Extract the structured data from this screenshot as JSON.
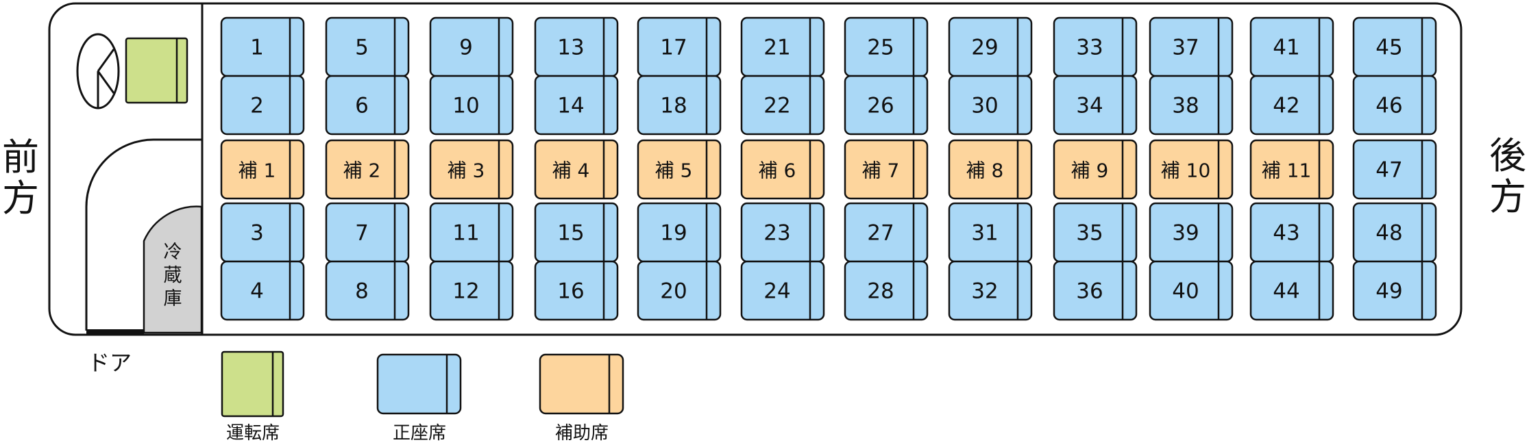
{
  "labels": {
    "front": "前方",
    "rear": "後方",
    "door": "ドア",
    "fridge": "冷蔵庫"
  },
  "legend": {
    "driver": "運転席",
    "regular": "正座席",
    "auxiliary": "補助席"
  },
  "colors": {
    "regular_seat": "#aad8f6",
    "auxiliary_seat": "#fdd59d",
    "driver_seat": "#cde08b",
    "fridge": "#d2d2d2",
    "outline": "#111111"
  },
  "seat_columns": [
    {
      "top": [
        "1",
        "2"
      ],
      "aisle": "補 1",
      "aisle_type": "auxiliary",
      "bottom": [
        "3",
        "4"
      ]
    },
    {
      "top": [
        "5",
        "6"
      ],
      "aisle": "補 2",
      "aisle_type": "auxiliary",
      "bottom": [
        "7",
        "8"
      ]
    },
    {
      "top": [
        "9",
        "10"
      ],
      "aisle": "補 3",
      "aisle_type": "auxiliary",
      "bottom": [
        "11",
        "12"
      ]
    },
    {
      "top": [
        "13",
        "14"
      ],
      "aisle": "補 4",
      "aisle_type": "auxiliary",
      "bottom": [
        "15",
        "16"
      ]
    },
    {
      "top": [
        "17",
        "18"
      ],
      "aisle": "補 5",
      "aisle_type": "auxiliary",
      "bottom": [
        "19",
        "20"
      ]
    },
    {
      "top": [
        "21",
        "22"
      ],
      "aisle": "補 6",
      "aisle_type": "auxiliary",
      "bottom": [
        "23",
        "24"
      ]
    },
    {
      "top": [
        "25",
        "26"
      ],
      "aisle": "補 7",
      "aisle_type": "auxiliary",
      "bottom": [
        "27",
        "28"
      ]
    },
    {
      "top": [
        "29",
        "30"
      ],
      "aisle": "補 8",
      "aisle_type": "auxiliary",
      "bottom": [
        "31",
        "32"
      ]
    },
    {
      "top": [
        "33",
        "34"
      ],
      "aisle": "補 9",
      "aisle_type": "auxiliary",
      "bottom": [
        "35",
        "36"
      ]
    },
    {
      "top": [
        "37",
        "38"
      ],
      "aisle": "補 10",
      "aisle_type": "auxiliary",
      "bottom": [
        "39",
        "40"
      ]
    },
    {
      "top": [
        "41",
        "42"
      ],
      "aisle": "補 11",
      "aisle_type": "auxiliary",
      "bottom": [
        "43",
        "44"
      ]
    },
    {
      "top": [
        "45",
        "46"
      ],
      "aisle": "47",
      "aisle_type": "regular",
      "bottom": [
        "48",
        "49"
      ]
    }
  ]
}
